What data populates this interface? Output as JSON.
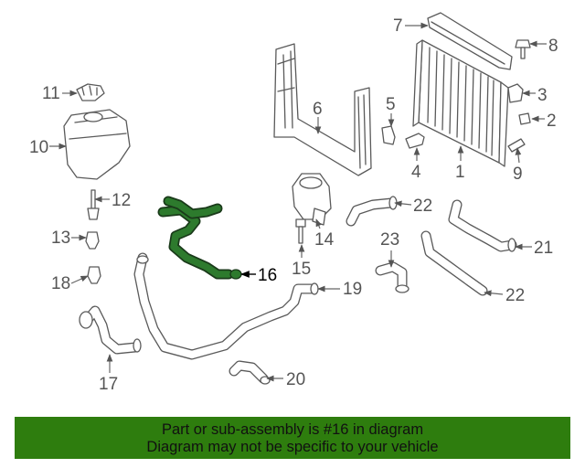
{
  "diagram": {
    "callouts": [
      "1",
      "2",
      "3",
      "4",
      "5",
      "6",
      "7",
      "8",
      "9",
      "11",
      "10",
      "12",
      "13",
      "14",
      "15",
      "16",
      "17",
      "18",
      "19",
      "20",
      "21",
      "22",
      "22",
      "23"
    ],
    "highlighted_part": "16"
  },
  "banner": {
    "line1": "Part or sub-assembly is #16 in diagram",
    "line2": "Diagram may not be specific to your vehicle",
    "color": "#2e7d0e"
  }
}
